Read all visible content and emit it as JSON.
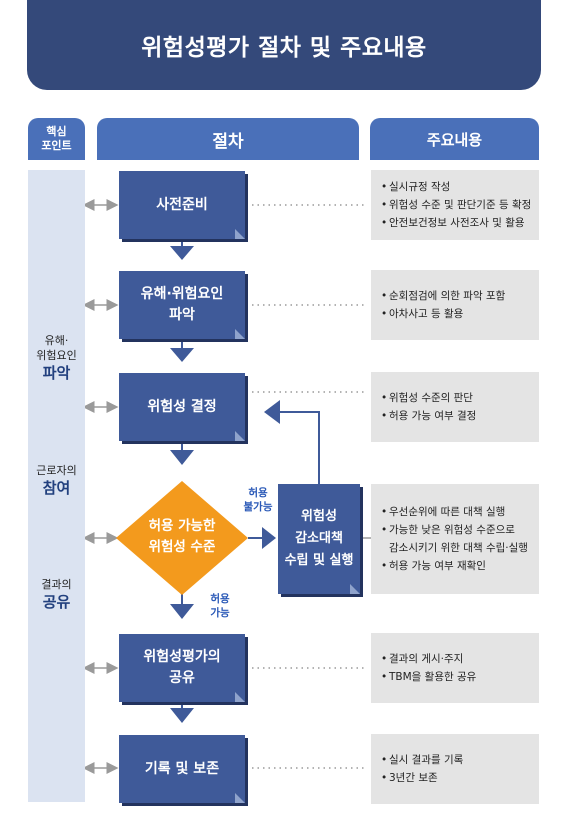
{
  "title": "위험성평가 절차 및 주요내용",
  "headers": {
    "core_line1": "핵심",
    "core_line2": "포인트",
    "procedure": "절차",
    "contents": "주요내용"
  },
  "side": [
    {
      "small1": "유해·",
      "small2": "위험요인",
      "big": "파악"
    },
    {
      "small1": "근로자의",
      "big": "참여"
    },
    {
      "small1": "결과의",
      "big": "공유"
    }
  ],
  "steps": [
    {
      "line1": "사전준비",
      "line2": ""
    },
    {
      "line1": "유해·위험요인",
      "line2": "파악"
    },
    {
      "line1": "위험성 결정",
      "line2": ""
    },
    {
      "line1": "허용 가능한",
      "line2": "위험성 수준"
    },
    {
      "line1": "위험성평가의",
      "line2": "공유"
    },
    {
      "line1": "기록 및 보존",
      "line2": ""
    }
  ],
  "reduction": {
    "line1": "위험성",
    "line2": "감소대책",
    "line3": "수립 및 실행"
  },
  "labels": {
    "not_allowed_1": "허용",
    "not_allowed_2": "불가능",
    "allowed_1": "허용",
    "allowed_2": "가능"
  },
  "contents": [
    [
      "실시규정 작성",
      "위험성 수준 및 판단기준 등 확정",
      "안전보건정보 사전조사 및 활용"
    ],
    [
      "순회점검에 의한 파악 포함",
      "아차사고 등 활용"
    ],
    [
      "위험성 수준의 판단",
      "허용 가능 여부 결정"
    ],
    [
      "우선순위에 따른 대책 실행",
      "가능한 낮은 위험성 수준으로",
      "감소시키기 위한 대책 수립·실행",
      "허용 가능 여부 재확인"
    ],
    [
      "결과의 게시·주지",
      "TBM을 활용한 공유"
    ],
    [
      "실시 결과를 기록",
      "3년간 보존"
    ]
  ],
  "colors": {
    "banner": "#34497a",
    "header": "#4a70b9",
    "step": "#3f5a99",
    "diamond": "#f39a1d",
    "side": "#dbe3f1",
    "content_bg": "#e4e4e4"
  }
}
